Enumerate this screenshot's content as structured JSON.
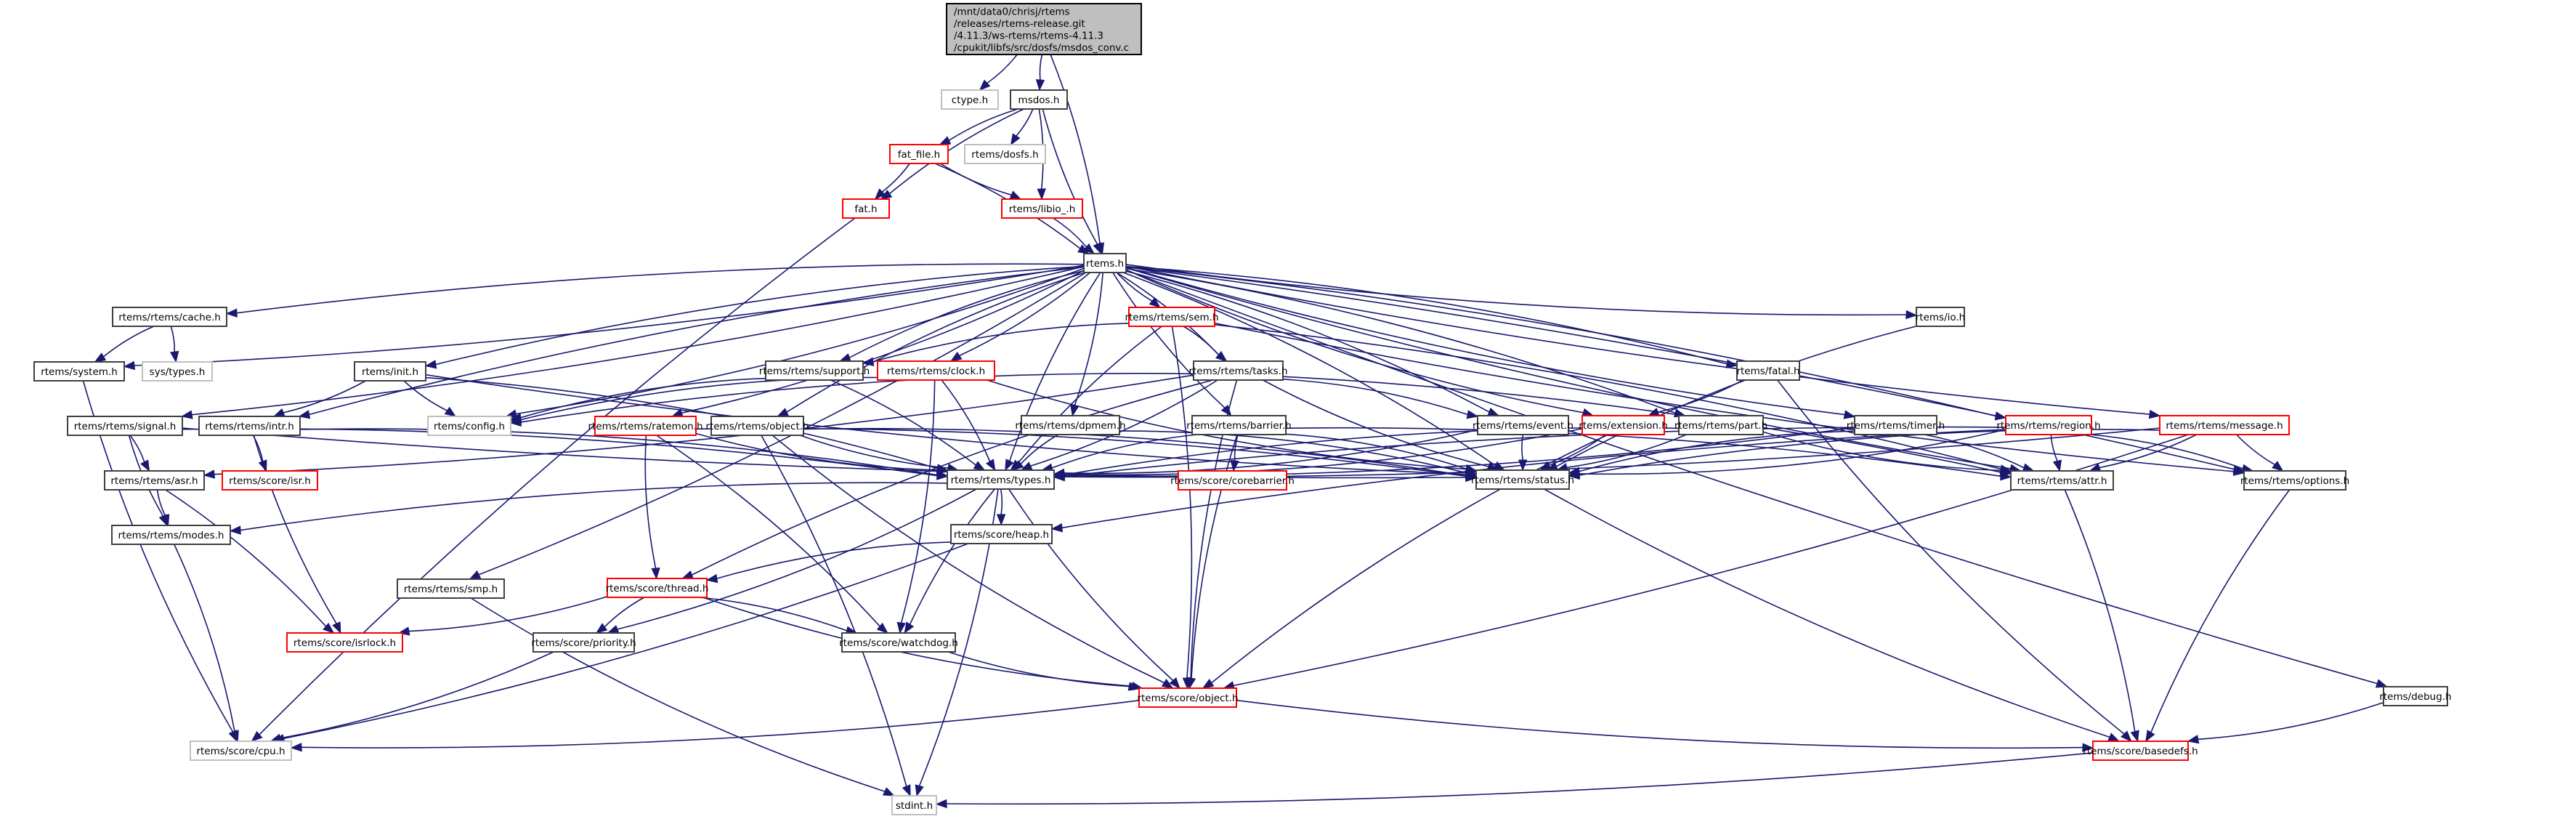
{
  "diagram": {
    "title": "Include dependency graph for msdos_conv.c",
    "colors": {
      "edge": "#191970",
      "root_fill": "#bfbfbf",
      "normal_border": "#404040",
      "truncated_border": "#ff0000",
      "external_border": "#bfbfbf"
    },
    "nodes": [
      {
        "id": "root",
        "kind": "root",
        "lines": [
          "/mnt/data0/chrisj/rtems",
          "/releases/rtems-release.git",
          "/4.11.3/ws-rtems/rtems-4.11.3",
          "/cpukit/libfs/src/dosfs/msdos_conv.c"
        ]
      },
      {
        "id": "ctype",
        "kind": "external",
        "lines": [
          "ctype.h"
        ]
      },
      {
        "id": "msdos",
        "kind": "normal",
        "lines": [
          "msdos.h"
        ]
      },
      {
        "id": "fat_file",
        "kind": "truncated",
        "lines": [
          "fat_file.h"
        ]
      },
      {
        "id": "dosfs",
        "kind": "external",
        "lines": [
          "rtems/dosfs.h"
        ]
      },
      {
        "id": "fat",
        "kind": "truncated",
        "lines": [
          "fat.h"
        ]
      },
      {
        "id": "libio",
        "kind": "truncated",
        "lines": [
          "rtems/libio_.h"
        ]
      },
      {
        "id": "rtems",
        "kind": "normal",
        "lines": [
          "rtems.h"
        ]
      },
      {
        "id": "cache",
        "kind": "normal",
        "lines": [
          "rtems/rtems/cache.h"
        ]
      },
      {
        "id": "system",
        "kind": "normal",
        "lines": [
          "rtems/system.h"
        ]
      },
      {
        "id": "systypes",
        "kind": "external",
        "lines": [
          "sys/types.h"
        ]
      },
      {
        "id": "init",
        "kind": "normal",
        "lines": [
          "rtems/init.h"
        ]
      },
      {
        "id": "signal",
        "kind": "normal",
        "lines": [
          "rtems/rtems/signal.h"
        ]
      },
      {
        "id": "intr",
        "kind": "normal",
        "lines": [
          "rtems/rtems/intr.h"
        ]
      },
      {
        "id": "config",
        "kind": "external",
        "lines": [
          "rtems/config.h"
        ]
      },
      {
        "id": "support",
        "kind": "normal",
        "lines": [
          "rtems/rtems/support.h"
        ]
      },
      {
        "id": "clock",
        "kind": "truncated",
        "lines": [
          "rtems/rtems/clock.h"
        ]
      },
      {
        "id": "sem",
        "kind": "truncated",
        "lines": [
          "rtems/rtems/sem.h"
        ]
      },
      {
        "id": "tasks",
        "kind": "normal",
        "lines": [
          "rtems/rtems/tasks.h"
        ]
      },
      {
        "id": "io",
        "kind": "normal",
        "lines": [
          "rtems/io.h"
        ]
      },
      {
        "id": "fatal",
        "kind": "normal",
        "lines": [
          "rtems/fatal.h"
        ]
      },
      {
        "id": "debug",
        "kind": "normal",
        "lines": [
          "rtems/debug.h"
        ]
      },
      {
        "id": "ratemon",
        "kind": "truncated",
        "lines": [
          "rtems/rtems/ratemon.h"
        ]
      },
      {
        "id": "object_r",
        "kind": "normal",
        "lines": [
          "rtems/rtems/object.h"
        ]
      },
      {
        "id": "dpmem",
        "kind": "normal",
        "lines": [
          "rtems/rtems/dpmem.h"
        ]
      },
      {
        "id": "barrier",
        "kind": "normal",
        "lines": [
          "rtems/rtems/barrier.h"
        ]
      },
      {
        "id": "event",
        "kind": "normal",
        "lines": [
          "rtems/rtems/event.h"
        ]
      },
      {
        "id": "extension",
        "kind": "truncated",
        "lines": [
          "rtems/extension.h"
        ]
      },
      {
        "id": "part",
        "kind": "normal",
        "lines": [
          "rtems/rtems/part.h"
        ]
      },
      {
        "id": "timer",
        "kind": "normal",
        "lines": [
          "rtems/rtems/timer.h"
        ]
      },
      {
        "id": "region",
        "kind": "truncated",
        "lines": [
          "rtems/rtems/region.h"
        ]
      },
      {
        "id": "message",
        "kind": "truncated",
        "lines": [
          "rtems/rtems/message.h"
        ]
      },
      {
        "id": "asr",
        "kind": "normal",
        "lines": [
          "rtems/rtems/asr.h"
        ]
      },
      {
        "id": "isr",
        "kind": "truncated",
        "lines": [
          "rtems/score/isr.h"
        ]
      },
      {
        "id": "types",
        "kind": "normal",
        "lines": [
          "rtems/rtems/types.h"
        ]
      },
      {
        "id": "corebarrier",
        "kind": "truncated",
        "lines": [
          "rtems/score/corebarrier.h"
        ]
      },
      {
        "id": "status",
        "kind": "normal",
        "lines": [
          "rtems/rtems/status.h"
        ]
      },
      {
        "id": "attr",
        "kind": "normal",
        "lines": [
          "rtems/rtems/attr.h"
        ]
      },
      {
        "id": "options",
        "kind": "normal",
        "lines": [
          "rtems/rtems/options.h"
        ]
      },
      {
        "id": "modes",
        "kind": "normal",
        "lines": [
          "rtems/rtems/modes.h"
        ]
      },
      {
        "id": "heap",
        "kind": "normal",
        "lines": [
          "rtems/score/heap.h"
        ]
      },
      {
        "id": "smp",
        "kind": "normal",
        "lines": [
          "rtems/rtems/smp.h"
        ]
      },
      {
        "id": "thread",
        "kind": "truncated",
        "lines": [
          "rtems/score/thread.h"
        ]
      },
      {
        "id": "isrlock",
        "kind": "truncated",
        "lines": [
          "rtems/score/isrlock.h"
        ]
      },
      {
        "id": "priority",
        "kind": "normal",
        "lines": [
          "rtems/score/priority.h"
        ]
      },
      {
        "id": "watchdog",
        "kind": "normal",
        "lines": [
          "rtems/score/watchdog.h"
        ]
      },
      {
        "id": "object_s",
        "kind": "truncated",
        "lines": [
          "rtems/score/object.h"
        ]
      },
      {
        "id": "cpu",
        "kind": "external",
        "lines": [
          "rtems/score/cpu.h"
        ]
      },
      {
        "id": "basedefs",
        "kind": "truncated",
        "lines": [
          "rtems/score/basedefs.h"
        ]
      },
      {
        "id": "stdint",
        "kind": "external",
        "lines": [
          "stdint.h"
        ]
      }
    ],
    "edges": [
      [
        "root",
        "ctype"
      ],
      [
        "root",
        "msdos"
      ],
      [
        "root",
        "rtems"
      ],
      [
        "msdos",
        "fat_file"
      ],
      [
        "msdos",
        "dosfs"
      ],
      [
        "msdos",
        "fat"
      ],
      [
        "msdos",
        "libio"
      ],
      [
        "msdos",
        "rtems"
      ],
      [
        "fat_file",
        "fat"
      ],
      [
        "fat_file",
        "libio"
      ],
      [
        "fat_file",
        "rtems"
      ],
      [
        "fat",
        "cpu"
      ],
      [
        "libio",
        "rtems"
      ],
      [
        "rtems",
        "cache"
      ],
      [
        "rtems",
        "system"
      ],
      [
        "rtems",
        "init"
      ],
      [
        "rtems",
        "signal"
      ],
      [
        "rtems",
        "intr"
      ],
      [
        "rtems",
        "config"
      ],
      [
        "rtems",
        "support"
      ],
      [
        "rtems",
        "clock"
      ],
      [
        "rtems",
        "sem"
      ],
      [
        "rtems",
        "tasks"
      ],
      [
        "rtems",
        "io"
      ],
      [
        "rtems",
        "fatal"
      ],
      [
        "rtems",
        "debug"
      ],
      [
        "rtems",
        "ratemon"
      ],
      [
        "rtems",
        "object_r"
      ],
      [
        "rtems",
        "dpmem"
      ],
      [
        "rtems",
        "barrier"
      ],
      [
        "rtems",
        "event"
      ],
      [
        "rtems",
        "extension"
      ],
      [
        "rtems",
        "part"
      ],
      [
        "rtems",
        "timer"
      ],
      [
        "rtems",
        "region"
      ],
      [
        "rtems",
        "message"
      ],
      [
        "rtems",
        "smp"
      ],
      [
        "rtems",
        "types"
      ],
      [
        "rtems",
        "status"
      ],
      [
        "rtems",
        "attr"
      ],
      [
        "rtems",
        "options"
      ],
      [
        "cache",
        "system"
      ],
      [
        "cache",
        "systypes"
      ],
      [
        "system",
        "cpu"
      ],
      [
        "init",
        "intr"
      ],
      [
        "init",
        "config"
      ],
      [
        "init",
        "types"
      ],
      [
        "init",
        "status"
      ],
      [
        "signal",
        "asr"
      ],
      [
        "signal",
        "modes"
      ],
      [
        "signal",
        "types"
      ],
      [
        "signal",
        "status"
      ],
      [
        "intr",
        "isr"
      ],
      [
        "intr",
        "isrlock"
      ],
      [
        "intr",
        "types"
      ],
      [
        "support",
        "config"
      ],
      [
        "support",
        "types"
      ],
      [
        "clock",
        "config"
      ],
      [
        "clock",
        "types"
      ],
      [
        "clock",
        "status"
      ],
      [
        "clock",
        "watchdog"
      ],
      [
        "sem",
        "support"
      ],
      [
        "sem",
        "tasks"
      ],
      [
        "sem",
        "types"
      ],
      [
        "sem",
        "object_s"
      ],
      [
        "sem",
        "options"
      ],
      [
        "sem",
        "attr"
      ],
      [
        "tasks",
        "config"
      ],
      [
        "tasks",
        "types"
      ],
      [
        "tasks",
        "status"
      ],
      [
        "tasks",
        "event"
      ],
      [
        "tasks",
        "thread"
      ],
      [
        "tasks",
        "asr"
      ],
      [
        "tasks",
        "object_s"
      ],
      [
        "tasks",
        "attr"
      ],
      [
        "io",
        "status"
      ],
      [
        "fatal",
        "extension"
      ],
      [
        "fatal",
        "basedefs"
      ],
      [
        "debug",
        "basedefs"
      ],
      [
        "ratemon",
        "types"
      ],
      [
        "ratemon",
        "status"
      ],
      [
        "ratemon",
        "thread"
      ],
      [
        "ratemon",
        "watchdog"
      ],
      [
        "object_r",
        "types"
      ],
      [
        "object_r",
        "status"
      ],
      [
        "object_r",
        "object_s"
      ],
      [
        "object_r",
        "stdint"
      ],
      [
        "dpmem",
        "types"
      ],
      [
        "dpmem",
        "status"
      ],
      [
        "barrier",
        "types"
      ],
      [
        "barrier",
        "status"
      ],
      [
        "barrier",
        "corebarrier"
      ],
      [
        "barrier",
        "attr"
      ],
      [
        "barrier",
        "object_s"
      ],
      [
        "event",
        "types"
      ],
      [
        "event",
        "status"
      ],
      [
        "extension",
        "status"
      ],
      [
        "extension",
        "object_s"
      ],
      [
        "extension",
        "types"
      ],
      [
        "part",
        "types"
      ],
      [
        "part",
        "status"
      ],
      [
        "part",
        "attr"
      ],
      [
        "timer",
        "types"
      ],
      [
        "timer",
        "status"
      ],
      [
        "timer",
        "attr"
      ],
      [
        "region",
        "types"
      ],
      [
        "region",
        "status"
      ],
      [
        "region",
        "attr"
      ],
      [
        "region",
        "options"
      ],
      [
        "region",
        "heap"
      ],
      [
        "message",
        "types"
      ],
      [
        "message",
        "status"
      ],
      [
        "message",
        "attr"
      ],
      [
        "message",
        "options"
      ],
      [
        "message",
        "object_s"
      ],
      [
        "asr",
        "modes"
      ],
      [
        "asr",
        "isrlock"
      ],
      [
        "types",
        "modes"
      ],
      [
        "types",
        "heap"
      ],
      [
        "types",
        "object_s"
      ],
      [
        "types",
        "priority"
      ],
      [
        "types",
        "watchdog"
      ],
      [
        "types",
        "stdint"
      ],
      [
        "status",
        "basedefs"
      ],
      [
        "attr",
        "basedefs"
      ],
      [
        "options",
        "basedefs"
      ],
      [
        "modes",
        "cpu"
      ],
      [
        "heap",
        "thread"
      ],
      [
        "heap",
        "cpu"
      ],
      [
        "smp",
        "stdint"
      ],
      [
        "thread",
        "isrlock"
      ],
      [
        "thread",
        "priority"
      ],
      [
        "thread",
        "watchdog"
      ],
      [
        "thread",
        "object_s"
      ],
      [
        "priority",
        "cpu"
      ],
      [
        "watchdog",
        "object_s"
      ],
      [
        "object_s",
        "cpu"
      ],
      [
        "object_s",
        "basedefs"
      ],
      [
        "basedefs",
        "stdint"
      ]
    ]
  }
}
